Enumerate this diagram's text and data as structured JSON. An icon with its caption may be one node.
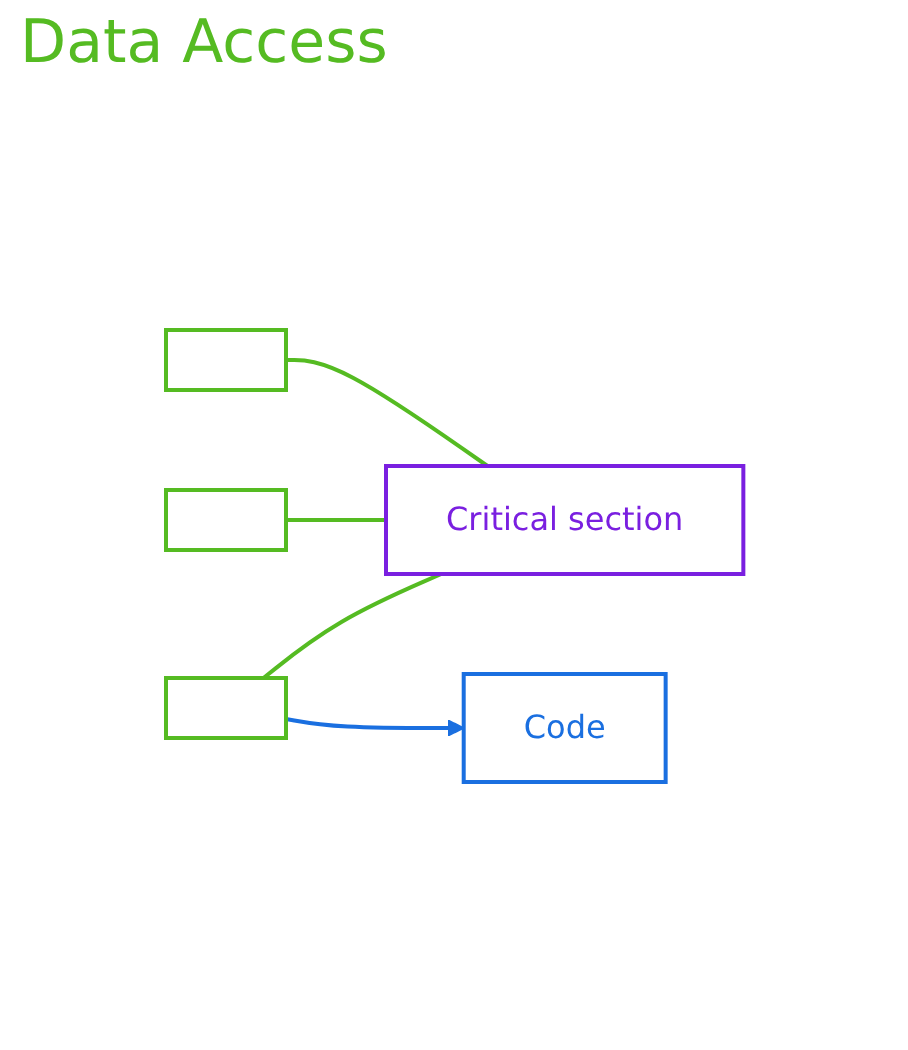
{
  "diagram": {
    "title": "Data Access",
    "nodes": [
      {
        "text": [],
        "shape": "box"
      },
      {
        "text": [],
        "shape": "box"
      },
      {
        "text": [],
        "shape": "box"
      },
      {
        "text": [
          "Critical section"
        ]
      },
      {
        "text": [
          "Code"
        ]
      }
    ],
    "edges": [
      {
        "from": 0,
        "to": 3,
        "arrow": "none"
      },
      {
        "from": 1,
        "to": 3,
        "arrow": "none"
      },
      {
        "from": 2,
        "to": 3,
        "arrow": "none"
      },
      {
        "from": 2,
        "to": 4,
        "arrow": "to",
        "color": "#1a6fe0"
      }
    ]
  }
}
